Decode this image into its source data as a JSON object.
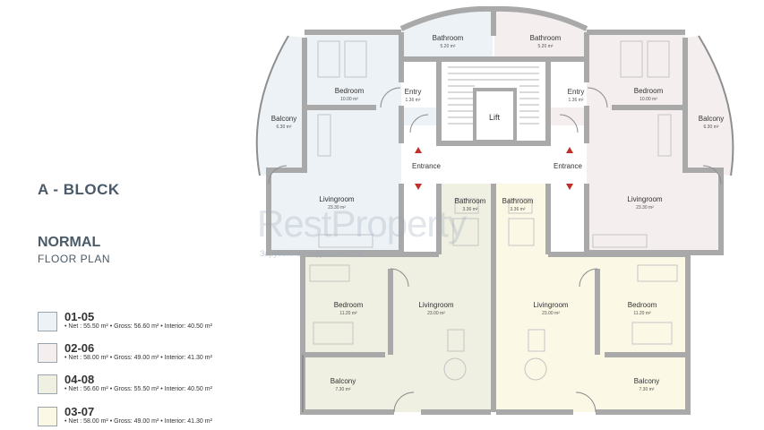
{
  "header": {
    "block_title": "A - BLOCK",
    "plan_title": "NORMAL",
    "plan_subtitle": "FLOOR PLAN"
  },
  "legend": [
    {
      "code": "01-05",
      "detail": "• Net : 55.50 m² • Gross: 56.60 m² • Interior: 40.50 m²",
      "color": "#edf2f6"
    },
    {
      "code": "02-06",
      "detail": "• Net : 58.00 m² • Gross: 49.00 m² • Interior: 41.30 m²",
      "color": "#f5eeee"
    },
    {
      "code": "04-08",
      "detail": "• Net : 56.60 m² • Gross: 55.50 m² • Interior: 40.50 m²",
      "color": "#efefe2"
    },
    {
      "code": "03-07",
      "detail": "• Net : 58.00 m² • Gross: 49.00 m² • Interior: 41.30 m²",
      "color": "#fbf8e6"
    }
  ],
  "rooms": {
    "bedroom_tl": {
      "name": "Bedroom",
      "area": "10.00 m²"
    },
    "bathroom_tl": {
      "name": "Bathroom",
      "area": "5.20 m²"
    },
    "entry_tl": {
      "name": "Entry",
      "area": "1.36 m²"
    },
    "balcony_tl": {
      "name": "Balcony",
      "area": "6.30 m²"
    },
    "livingroom_tl": {
      "name": "Livingroom",
      "area": "23.30 m²"
    },
    "bathroom_tr": {
      "name": "Bathroom",
      "area": "5.20 m²"
    },
    "entry_tr": {
      "name": "Entry",
      "area": "1.36 m²"
    },
    "bedroom_tr": {
      "name": "Bedroom",
      "area": "10.00 m²"
    },
    "balcony_tr": {
      "name": "Balcony",
      "area": "6.30 m²"
    },
    "livingroom_tr": {
      "name": "Livingroom",
      "area": "23.30 m²"
    },
    "lift": {
      "name": "Lift"
    },
    "entrance_l": {
      "name": "Entrance"
    },
    "entrance_r": {
      "name": "Entrance"
    },
    "bathroom_bl": {
      "name": "Bathroom",
      "area": "3.36 m²"
    },
    "bathroom_br": {
      "name": "Bathroom",
      "area": "3.36 m²"
    },
    "bedroom_bl": {
      "name": "Bedroom",
      "area": "11.20 m²"
    },
    "livingroom_bl": {
      "name": "Livingroom",
      "area": "23.00 m²"
    },
    "livingroom_br": {
      "name": "Livingroom",
      "area": "23.00 m²"
    },
    "bedroom_br": {
      "name": "Bedroom",
      "area": "11.20 m²"
    },
    "balcony_bl": {
      "name": "Balcony",
      "area": "7.30 m²"
    },
    "balcony_br": {
      "name": "Balcony",
      "area": "7.30 m²"
    }
  },
  "watermark": {
    "text": "RestProperty",
    "subtext": "Зарубежная недвижимость"
  },
  "colors": {
    "wall": "#a9a9a9",
    "unit_01_05": "#edf2f6",
    "unit_02_06": "#f5eeee",
    "unit_04_08": "#efefe2",
    "unit_03_07": "#fbf8e6",
    "arrow": "#c0302a"
  }
}
